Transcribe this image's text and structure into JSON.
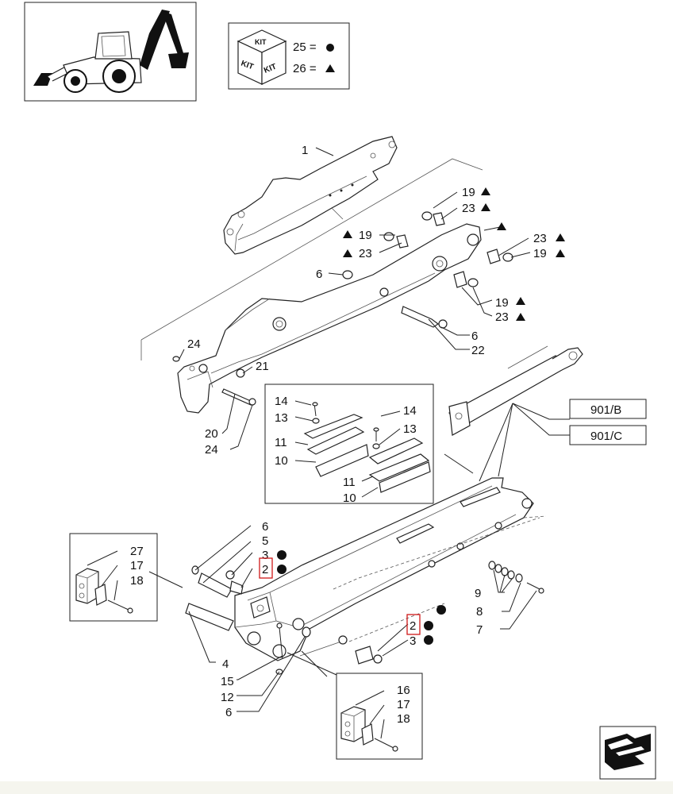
{
  "kit_legend": {
    "kit_box_label": "KIT",
    "kit_side_left": "KIT",
    "kit_side_right": "KIT",
    "row1_ref": "25 =",
    "row2_ref": "26 ="
  },
  "labels": {
    "p1": "1",
    "p19a": "19",
    "p23a": "23",
    "p19b": "19",
    "p23b": "23",
    "p23c": "23",
    "p19c": "19",
    "p19d": "19",
    "p23d": "23",
    "p6a": "6",
    "p6b": "6",
    "p22": "22",
    "p24a": "24",
    "p21": "21",
    "p20": "20",
    "p24b": "24",
    "p14a": "14",
    "p13a": "13",
    "p11a": "11",
    "p10a": "10",
    "p14b": "14",
    "p13b": "13",
    "p11b": "11",
    "p10b": "10",
    "p6c": "6",
    "p5": "5",
    "p3a": "3",
    "p2a": "2",
    "p27": "27",
    "p17a": "17",
    "p18a": "18",
    "p4": "4",
    "p15": "15",
    "p12": "12",
    "p6d": "6",
    "p9": "9",
    "p8": "8",
    "p7": "7",
    "p2b": "2",
    "p3b": "3",
    "p16": "16",
    "p17b": "17",
    "p18b": "18"
  },
  "references": {
    "ref_b": "901/B",
    "ref_c": "901/C"
  },
  "icons": {
    "circle_marker": "filled-circle",
    "triangle_marker": "filled-triangle",
    "next_page": "arrow-navigation-icon",
    "machine": "backhoe-loader-thumbnail"
  }
}
